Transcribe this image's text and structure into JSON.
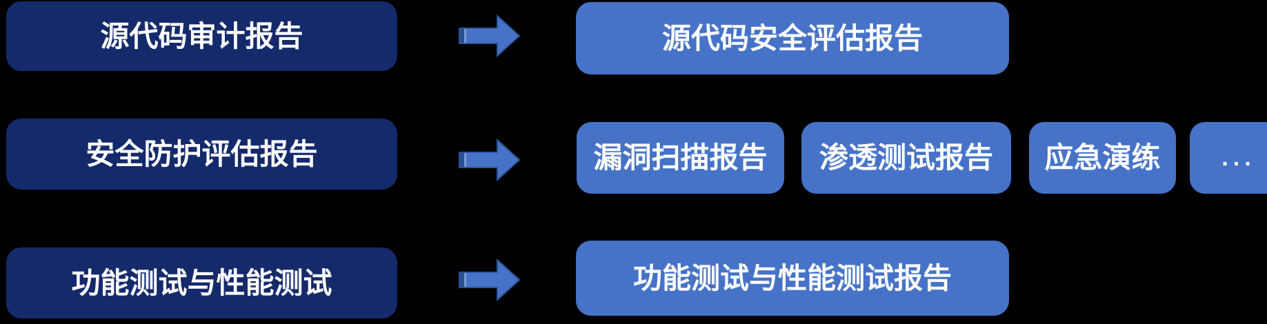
{
  "canvas": {
    "background": "#000000"
  },
  "colors": {
    "bg": "#000000",
    "navy": "#152a6b",
    "blue": "#4673c8",
    "arrow_fill": "#4673c8",
    "arrow_stroke": "#2e5596",
    "text": "#ffffff"
  },
  "rows": [
    {
      "source": {
        "label": "源代码审计报告"
      },
      "arrow_icon": "block-arrow-right",
      "outputs": [
        {
          "label": "源代码安全评估报告"
        }
      ]
    },
    {
      "source": {
        "label": "安全防护评估报告"
      },
      "arrow_icon": "block-arrow-right",
      "outputs": [
        {
          "label": "漏洞扫描报告"
        },
        {
          "label": "渗透测试报告"
        },
        {
          "label": "应急演练"
        },
        {
          "label": "..."
        }
      ]
    },
    {
      "source": {
        "label": "功能测试与性能测试"
      },
      "arrow_icon": "block-arrow-right",
      "outputs": [
        {
          "label": "功能测试与性能测试报告"
        }
      ]
    }
  ]
}
